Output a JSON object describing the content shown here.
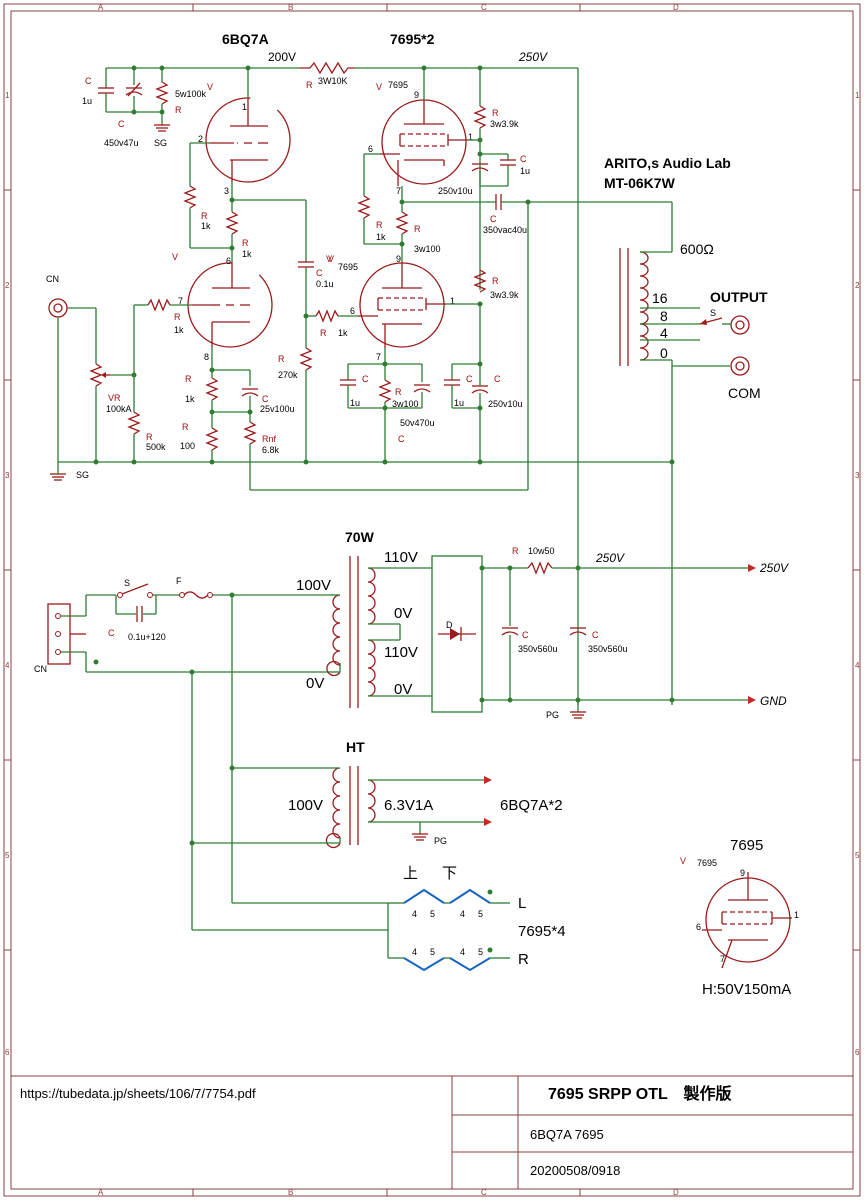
{
  "title_block": {
    "url": "https://tubedata.jp/sheets/106/7/7754.pdf",
    "title": "7695 SRPP OTL　製作版",
    "tubes": "6BQ7A 7695",
    "date": "20200508/0918"
  },
  "header": {
    "brand": "ARITO,s Audio Lab",
    "model": "MT-06K7W"
  },
  "frame": {
    "cols": [
      "A",
      "B",
      "C",
      "D"
    ],
    "rows": [
      "1",
      "2",
      "3",
      "4",
      "5",
      "6"
    ]
  },
  "colors": {
    "wire": "#2e7d32",
    "part": "#9b1b1b",
    "text": "#000000",
    "ref": "#a01010",
    "frame": "#7a3030",
    "power": "#c62828"
  },
  "labels": {
    "tube1_name": "6BQ7A",
    "tube2_name": "7695*2",
    "b_200v": "200V",
    "b_250v_top": "250V",
    "r_top": "R",
    "r_top_val": "3W10K",
    "v_ref1": "V",
    "v_ref2": "V",
    "v_ref2_name": "7695",
    "c_top_ref": "C",
    "c_top_val": "1u",
    "c_top2_ref": "C",
    "c_top2_val": "450v47u",
    "r_5w": "5w100k",
    "r_5w_ref": "R",
    "sg_top": "SG",
    "r_3w39k": "3w3.9k",
    "r_3w39k_ref": "R",
    "c_250v10u": "250v10u",
    "c_1u_r": "1u",
    "c_1u_r_ref": "C",
    "c_350vac40u": "350vac40u",
    "c_350vac_ref": "C",
    "r_1k_a": "1k",
    "r_1k_a_ref": "R",
    "r_1k_b": "1k",
    "r_1k_b_ref": "R",
    "r_1k_c": "1k",
    "r_1k_c_ref": "R",
    "r_3w100": "3w100",
    "r_3w100_ref": "R",
    "v_ref3": "V",
    "c_01u": "0.1u",
    "c_01u_ref": "C",
    "v_ref4": "V",
    "v_ref4_name": "7695",
    "r_3w39k_b": "3w3.9k",
    "r_3w39k_b_ref": "R",
    "r_in": "1k",
    "r_in_ref": "R",
    "r_g2": "1k",
    "r_g2_ref": "R",
    "r_270k": "270k",
    "r_270k_ref": "R",
    "cn_top": "CN",
    "vr_ref": "VR",
    "vr_val": "100kA",
    "r_500k": "500k",
    "r_500k_ref": "R",
    "sg_bot": "SG",
    "r_k1": "1k",
    "r_k1_ref": "R",
    "r_k2": "100",
    "r_k2_ref": "R",
    "c_25v": "25v100u",
    "c_25v_ref": "C",
    "r_nf": "6.8k",
    "r_nf_ref": "Rnf",
    "c_1u_k": "1u",
    "c_1u_k_ref": "C",
    "r_3w100_k": "3w100",
    "r_3w100_k_ref": "R",
    "c_50v": "50v470u",
    "c_50v_ref": "C",
    "c_1u_k2": "1u",
    "c_1u_k2_ref": "C",
    "c_250v_b": "250v10u",
    "c_250v_b_ref": "C",
    "opt_600": "600Ω",
    "opt_16": "16",
    "opt_8": "8",
    "opt_4": "4",
    "opt_0": "0",
    "output": "OUTPUT",
    "out_s": "S",
    "com": "COM",
    "pt_title": "70W",
    "pt_100v": "100V",
    "pt_0v_pri": "0V",
    "pt_110v_a": "110V",
    "pt_0v_mid": "0V",
    "pt_110v_b": "110V",
    "pt_0v_b": "0V",
    "sw_ref": "S",
    "fuse_ref": "F",
    "c_sw_ref": "C",
    "c_sw_val": "0.1u+120",
    "cn_ac": "CN",
    "diode_ref": "D",
    "r_10w": "10w50",
    "r_10w_ref": "R",
    "b_250v_mid": "250V",
    "b_250v_out": "250V",
    "gnd_out": "GND",
    "pg": "PG",
    "c_350_a": "350v560u",
    "c_350_a_ref": "C",
    "c_350_b": "350v560u",
    "c_350_b_ref": "C",
    "ht_title": "HT",
    "ht_100v": "100V",
    "ht_63v": "6.3V1A",
    "ht_dest": "6BQ7A*2",
    "ht_pg": "PG",
    "heater_up": "上",
    "heater_down": "下",
    "heater_L": "L",
    "heater_R": "R",
    "heater_mid": "7695*4",
    "pin4": "4",
    "pin5": "5",
    "legend_name": "7695",
    "legend_v": "V",
    "legend_vname": "7695",
    "legend_h": "H:50V150mA",
    "pin_1": "1",
    "pin_2": "2",
    "pin_3": "3",
    "pin_6": "6",
    "pin_7": "7",
    "pin_8": "8",
    "pin_9": "9",
    "pin_lbl_9": "9",
    "pin_lbl_1": "1",
    "pin_lbl_6": "6",
    "pin_lbl_7": "7"
  }
}
